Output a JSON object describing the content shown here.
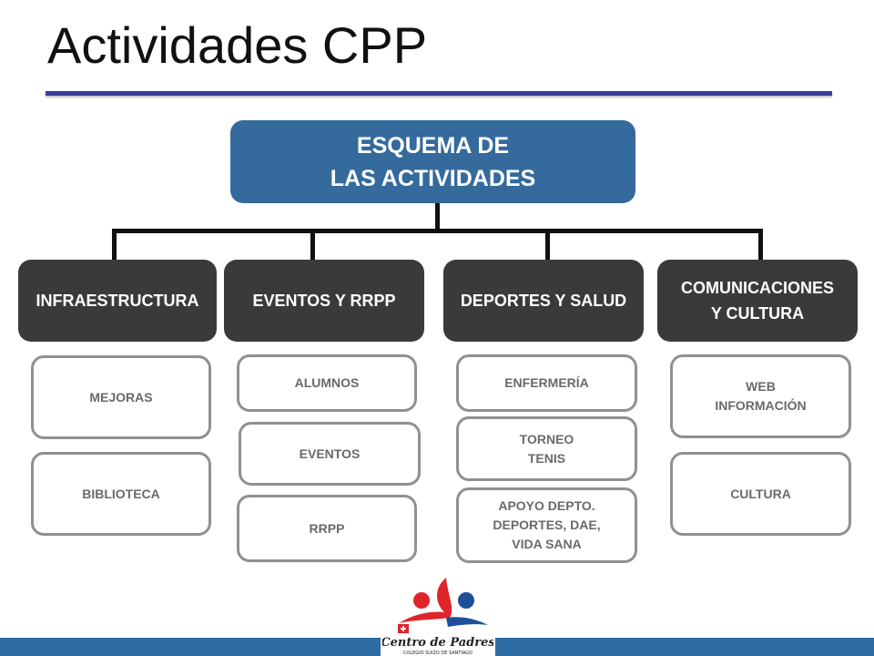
{
  "title": "Actividades CPP",
  "root": {
    "line1": "ESQUEMA DE",
    "line2": "LAS ACTIVIDADES"
  },
  "categories": [
    {
      "lines": [
        "INFRAESTRUCTURA"
      ],
      "items": [
        [
          "MEJORAS"
        ],
        [
          "BIBLIOTECA"
        ]
      ]
    },
    {
      "lines": [
        "EVENTOS Y RRPP"
      ],
      "items": [
        [
          "ALUMNOS"
        ],
        [
          "EVENTOS"
        ],
        [
          "RRPP"
        ]
      ]
    },
    {
      "lines": [
        "DEPORTES Y SALUD"
      ],
      "items": [
        [
          "ENFERMERÍA"
        ],
        [
          "TORNEO",
          "TENIS"
        ],
        [
          "APOYO DEPTO.",
          "DEPORTES, DAE,",
          "VIDA SANA"
        ]
      ]
    },
    {
      "lines": [
        "COMUNICACIONES",
        "Y CULTURA"
      ],
      "items": [
        [
          "WEB",
          "INFORMACIÓN"
        ],
        [
          "CULTURA"
        ]
      ]
    }
  ],
  "logo": {
    "script_text": "Centro de Padres",
    "caption": "COLEGIO SUIZO DE SANTIAGO"
  },
  "colors": {
    "title_rule": "#3b3d9a",
    "root_box": "#346a9c",
    "category_box": "#3a3a3a",
    "sub_border": "#909090",
    "bottom_bar": "#2e6da4",
    "logo_red": "#e0242b",
    "logo_blue": "#1f4f9a"
  }
}
